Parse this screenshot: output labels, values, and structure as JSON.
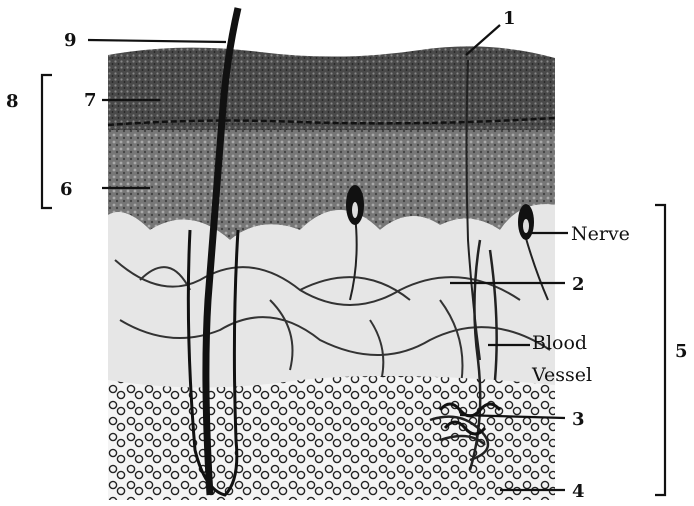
{
  "figure": {
    "number_labels": [
      "1",
      "2",
      "3",
      "4",
      "5",
      "6",
      "7",
      "8",
      "9"
    ],
    "named_labels": {
      "nerve": "Nerve",
      "blood_vessel_line1": "Blood",
      "blood_vessel_line2": "Vessel"
    },
    "colors": {
      "ink": "#111111",
      "dark_layer": "#3a3a3a",
      "mid_layer": "#6b6b6b",
      "paper": "#ffffff"
    }
  }
}
